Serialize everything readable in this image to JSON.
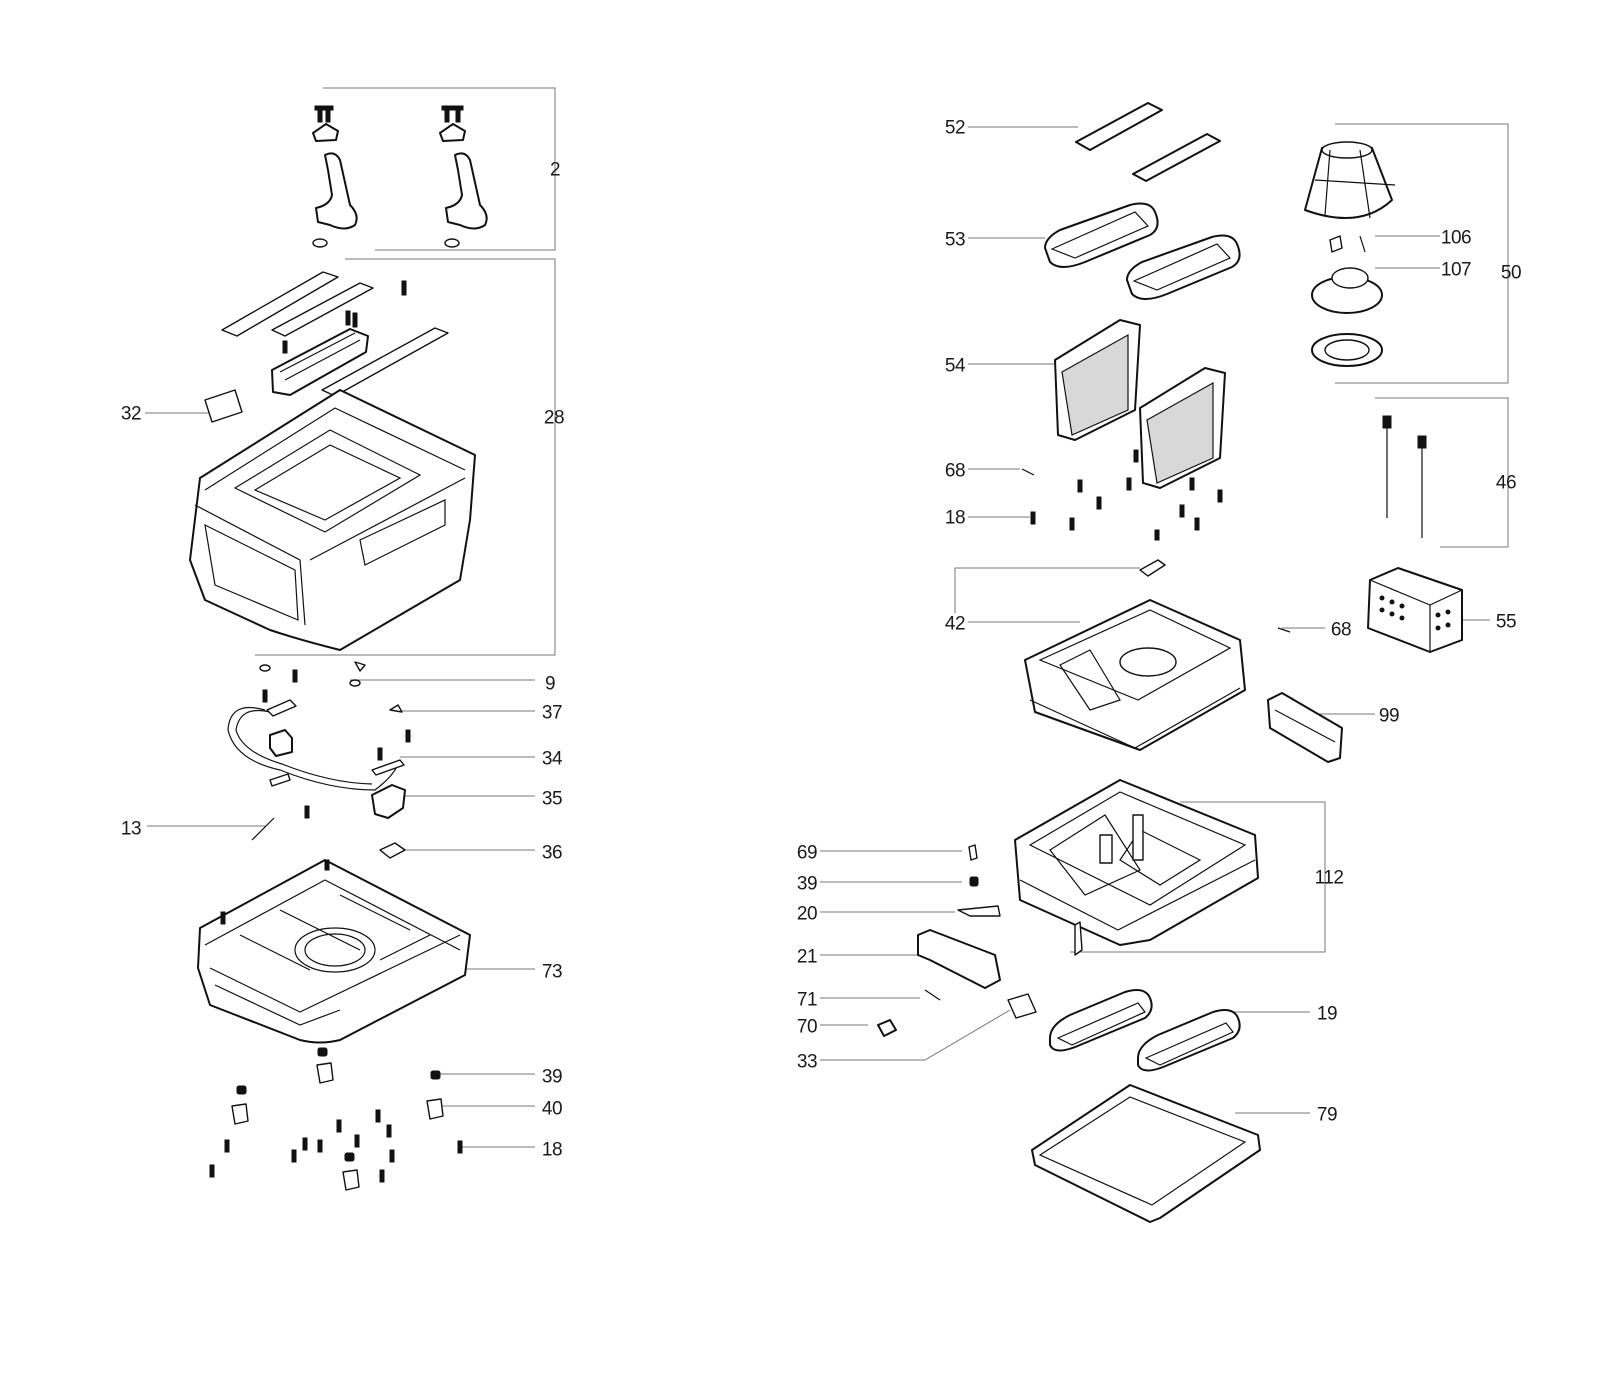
{
  "diagram": {
    "left_group": {
      "labels": {
        "p2": "2",
        "p28": "28",
        "p32": "32",
        "p9": "9",
        "p37": "37",
        "p34": "34",
        "p35": "35",
        "p13": "13",
        "p36": "36",
        "p73": "73",
        "p39": "39",
        "p40": "40",
        "p18": "18"
      }
    },
    "right_group": {
      "labels": {
        "p52": "52",
        "p53": "53",
        "p54": "54",
        "p68a": "68",
        "p18": "18",
        "p42": "42",
        "p106": "106",
        "p107": "107",
        "p50": "50",
        "p46": "46",
        "p55": "55",
        "p68b": "68",
        "p99": "99",
        "p112": "112",
        "p69": "69",
        "p39": "39",
        "p20": "20",
        "p21": "21",
        "p71": "71",
        "p70": "70",
        "p33": "33",
        "p19": "19",
        "p79": "79"
      }
    }
  }
}
